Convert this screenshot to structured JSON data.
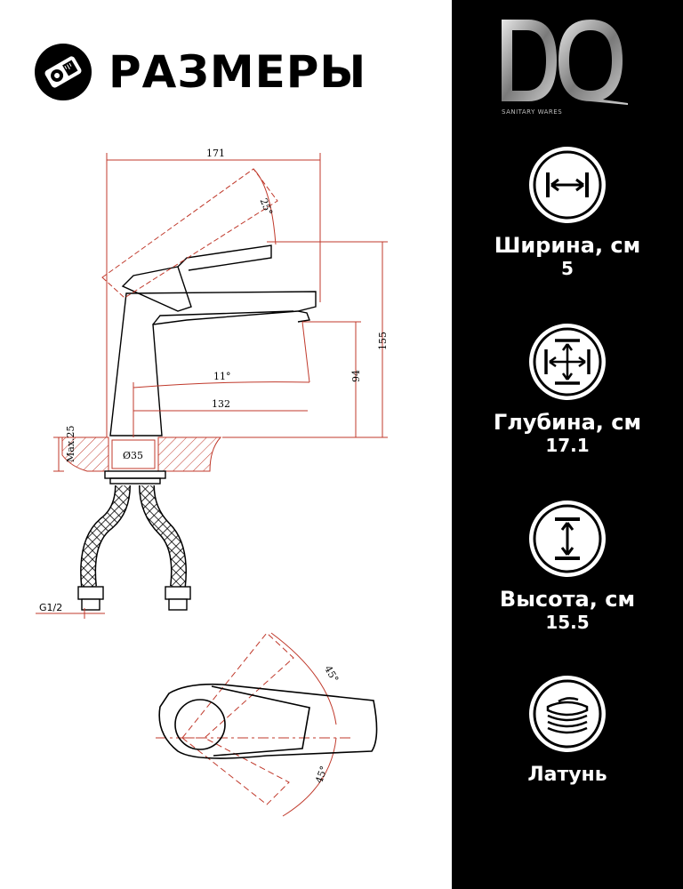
{
  "header": {
    "title": "РАЗМЕРЫ",
    "icon": "tape-measure-icon"
  },
  "brand": {
    "logo": "DQ",
    "subtitle": "SANITARY WARES"
  },
  "drawing": {
    "dim_width_total": "171",
    "dim_angle_lever": "25°",
    "dim_height_total": "155",
    "dim_spout_height": "94",
    "dim_spout_angle": "11°",
    "dim_spout_reach": "132",
    "dim_max_thickness": "Max.25",
    "dim_hole": "Ø35",
    "dim_thread": "G1/2",
    "dim_rotation_top": "45°",
    "dim_rotation_bottom": "45°"
  },
  "specs": [
    {
      "icon": "width-arrow-icon",
      "label": "Ширина, см",
      "value": "5"
    },
    {
      "icon": "depth-arrows-icon",
      "label": "Глубина, см",
      "value": "17.1"
    },
    {
      "icon": "height-arrow-icon",
      "label": "Высота, см",
      "value": "15.5"
    },
    {
      "icon": "material-layers-icon",
      "label": "Латунь",
      "value": ""
    }
  ],
  "colors": {
    "dimension_line": "#c0392b",
    "panel": "#000000",
    "text_dark": "#000000"
  }
}
